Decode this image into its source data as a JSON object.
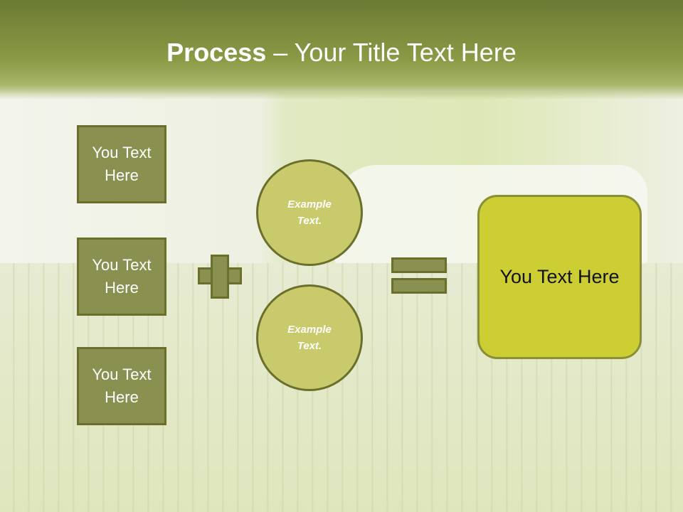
{
  "slide": {
    "title_bold": "Process",
    "title_rest": " – Your Title Text Here"
  },
  "boxes": [
    {
      "label": "You Text Here"
    },
    {
      "label": "You Text Here"
    },
    {
      "label": "You Text Here"
    }
  ],
  "circles": [
    {
      "label": "Example Text."
    },
    {
      "label": "Example Text."
    }
  ],
  "result": {
    "label": "You Text Here"
  },
  "colors": {
    "header": "#7f8f3e",
    "box_fill": "#8a9150",
    "circle_fill": "#c9ca6c",
    "result_fill": "#ccce33",
    "outline": "#6b6f2c"
  }
}
